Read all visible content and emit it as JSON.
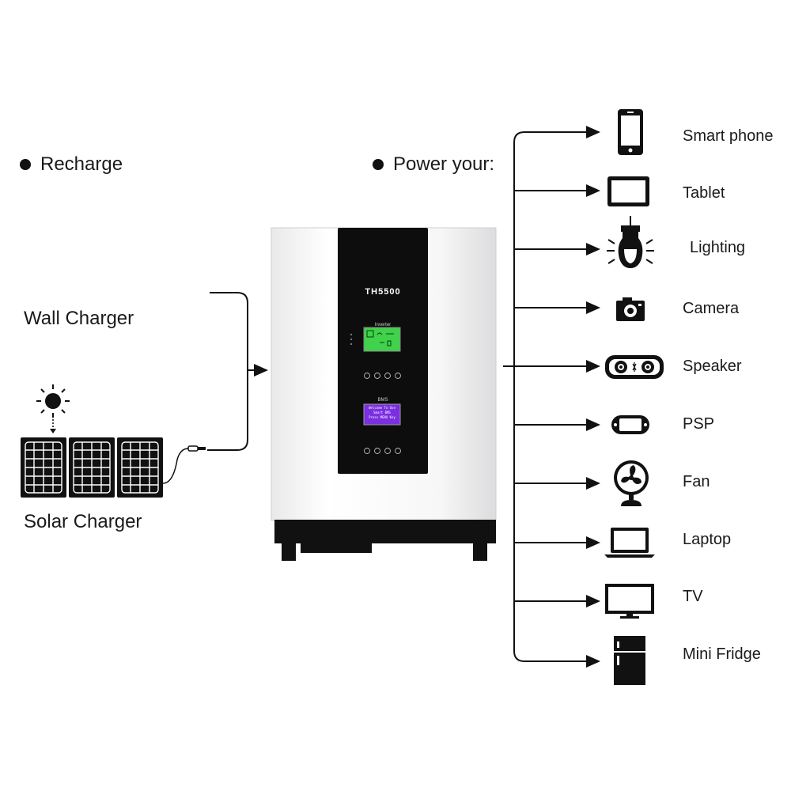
{
  "sections": {
    "recharge": "Recharge",
    "power_your": "Power your:"
  },
  "sources": {
    "wall_charger": "Wall Charger",
    "solar_charger": "Solar Charger"
  },
  "unit": {
    "model": "TH5500",
    "inverter_label": "Inverter",
    "bms_label": "BMS",
    "bms_screen_line1": "Welcome To Use",
    "bms_screen_line2": "Smart BMS",
    "bms_screen_line3": "Press MENU Key"
  },
  "devices": [
    {
      "label": "Smart phone",
      "icon": "smartphone-icon"
    },
    {
      "label": "Tablet",
      "icon": "tablet-icon"
    },
    {
      "label": "Lighting",
      "icon": "light-bulb-icon"
    },
    {
      "label": "Camera",
      "icon": "camera-icon"
    },
    {
      "label": "Speaker",
      "icon": "speaker-icon"
    },
    {
      "label": "PSP",
      "icon": "game-console-icon"
    },
    {
      "label": "Fan",
      "icon": "fan-icon"
    },
    {
      "label": "Laptop",
      "icon": "laptop-icon"
    },
    {
      "label": "TV",
      "icon": "tv-icon"
    },
    {
      "label": "Mini Fridge",
      "icon": "fridge-icon"
    }
  ],
  "colors": {
    "inverter_screen": "#3fd24a",
    "bms_screen": "#7b2fe0",
    "panel": "#0d0d0d"
  }
}
